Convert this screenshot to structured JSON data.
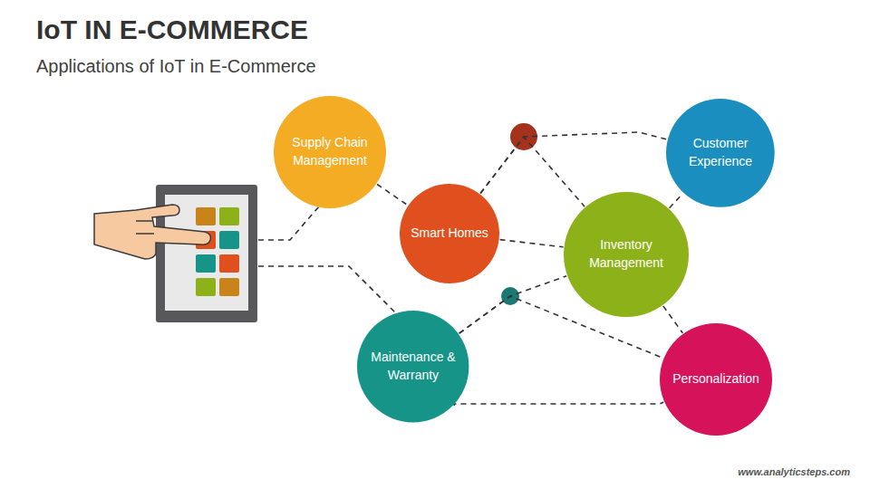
{
  "diagram": {
    "title": "IoT IN E-COMMERCE",
    "nodes": [
      {
        "text": [
          "Supply Chain Management"
        ]
      },
      {
        "text": [
          "Smart Homes"
        ]
      },
      {
        "text": [
          "Inventory Management"
        ]
      },
      {
        "text": [
          "Customer Experience"
        ]
      },
      {
        "text": [
          "Maintenance & Warranty"
        ]
      },
      {
        "text": [
          "Personalization"
        ]
      }
    ],
    "edges": [
      {
        "from": 0,
        "to": 1,
        "arrow": "none"
      },
      {
        "from": 1,
        "to": 2,
        "arrow": "none"
      },
      {
        "from": 1,
        "to": 3,
        "arrow": "none"
      },
      {
        "from": 1,
        "to": 2,
        "arrow": "none"
      },
      {
        "from": 2,
        "to": 3,
        "arrow": "none"
      },
      {
        "from": 2,
        "to": 5,
        "arrow": "none"
      },
      {
        "from": 4,
        "to": 2,
        "arrow": "none"
      },
      {
        "from": 4,
        "to": 5,
        "arrow": "none"
      },
      {
        "from": 4,
        "to": 5,
        "arrow": "none"
      }
    ],
    "labels": [
      "Applications of IoT in E-Commerce",
      "www.analyticsteps.com"
    ]
  }
}
